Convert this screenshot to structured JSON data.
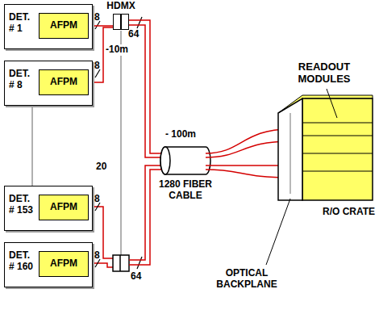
{
  "diagram": {
    "nodes": [
      {
        "text": [
          "DET. # 1"
        ]
      },
      {
        "text": [
          "AFPM"
        ],
        "in": 0
      },
      {
        "text": [
          "DET. # 8"
        ]
      },
      {
        "text": [
          "AFPM"
        ],
        "in": 2
      },
      {
        "text": [
          "DET. # 153"
        ]
      },
      {
        "text": [
          "AFPM"
        ],
        "in": 4
      },
      {
        "text": [
          "DET. # 160"
        ]
      },
      {
        "text": [
          "AFPM"
        ],
        "in": 6
      },
      {
        "text": [
          "HDMX"
        ]
      }
    ],
    "edges": [
      {
        "from": 1,
        "to": 8,
        "arrow": "none"
      },
      {
        "from": 3,
        "to": 8,
        "arrow": "none"
      }
    ],
    "labels": [
      "8",
      "8",
      "-10m",
      "8",
      "8",
      "20",
      "64",
      "64",
      "- 100m",
      "1280 FIBER CABLE",
      "READOUT MODULES",
      "R/O CRATE",
      "OPTICAL BACKPLANE"
    ]
  }
}
